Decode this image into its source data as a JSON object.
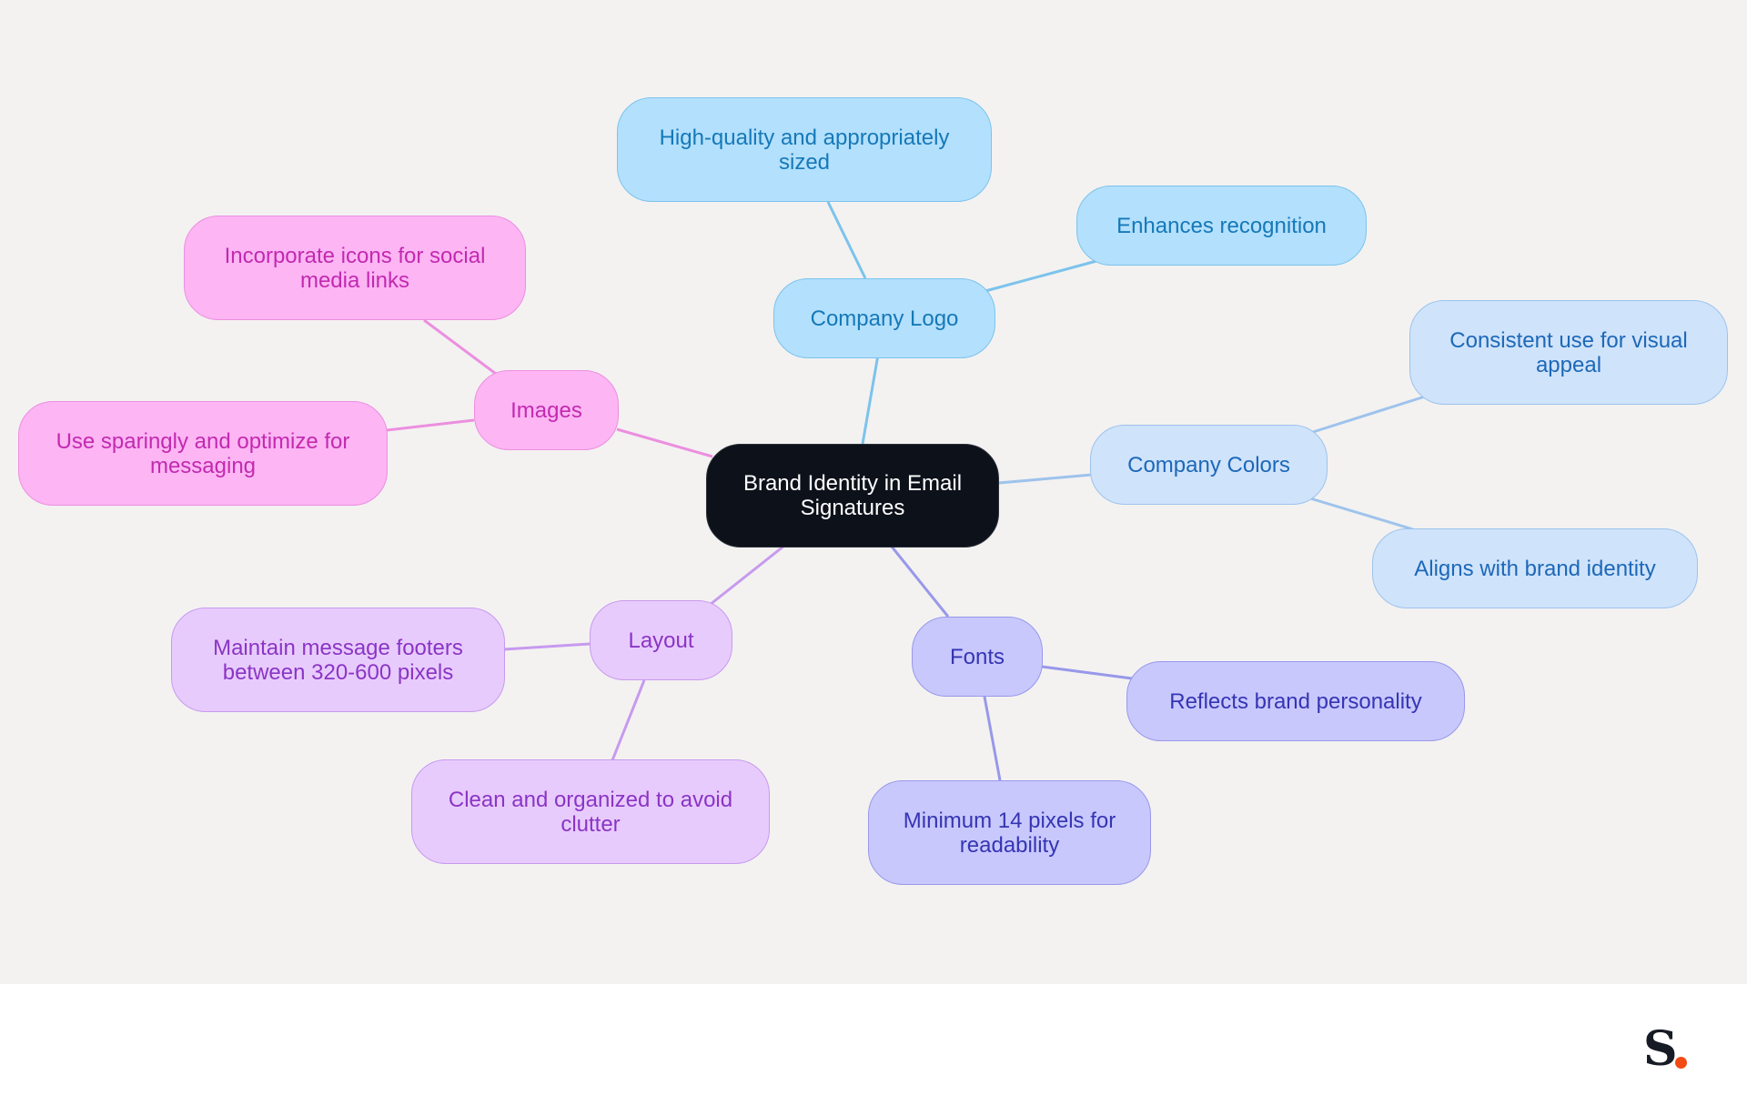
{
  "diagram": {
    "type": "mind-map",
    "root": {
      "label": "Brand Identity in Email Signatures"
    },
    "branches": [
      {
        "id": "logo",
        "label": "Company Logo",
        "color": "#7cc3ec",
        "children": [
          "High-quality and appropriately sized",
          "Enhances recognition"
        ]
      },
      {
        "id": "colors",
        "label": "Company Colors",
        "color": "#9ec3ec",
        "children": [
          "Consistent use for visual appeal",
          "Aligns with brand identity"
        ]
      },
      {
        "id": "fonts",
        "label": "Fonts",
        "color": "#9898ea",
        "children": [
          "Reflects brand personality",
          "Minimum 14 pixels for readability"
        ]
      },
      {
        "id": "layout",
        "label": "Layout",
        "color": "#c79aee",
        "children": [
          "Maintain message footers between 320-600 pixels",
          "Clean and organized to avoid clutter"
        ]
      },
      {
        "id": "images",
        "label": "Images",
        "color": "#ec8fdf",
        "children": [
          "Incorporate icons for social media links",
          "Use sparingly and optimize for messaging"
        ]
      }
    ]
  },
  "brand": {
    "mark_letter": "S",
    "dot_color": "#f24a14"
  }
}
